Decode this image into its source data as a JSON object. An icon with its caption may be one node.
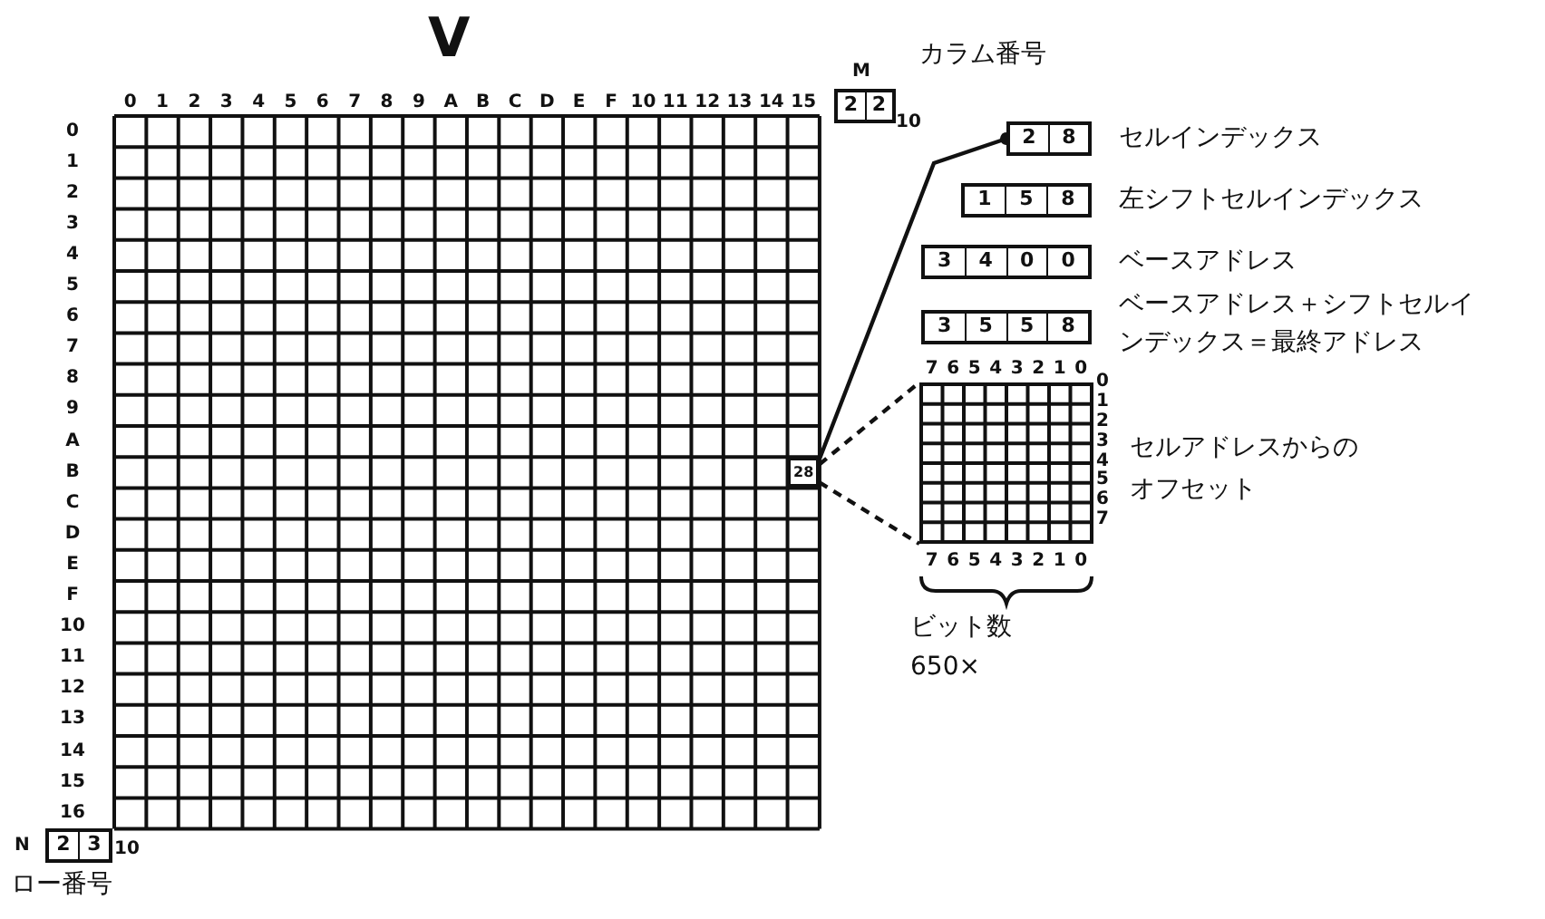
{
  "diagram": {
    "title": "V",
    "nodes": [
      {
        "text": [
          "2",
          "2"
        ],
        "beside": [
          "M",
          "10"
        ]
      },
      {
        "text": [
          "28"
        ]
      },
      {
        "text": [
          "2",
          "8"
        ],
        "beside": [
          "セルインデックス"
        ]
      },
      {
        "text": [
          "1",
          "5",
          "8"
        ],
        "beside": [
          "左シフトセルインデックス"
        ]
      },
      {
        "text": [
          "3",
          "4",
          "0",
          "0"
        ],
        "beside": [
          "ベースアドレス"
        ]
      },
      {
        "text": [
          "3",
          "5",
          "5",
          "8"
        ],
        "beside": [
          "ベースアドレス＋シフトセルインデックス＝最終アドレス"
        ]
      },
      {
        "text": [],
        "shape": "box"
      },
      {
        "text": [
          "2",
          "3"
        ],
        "beside": [
          "N",
          "10"
        ]
      }
    ],
    "edges": [
      {
        "from": 1,
        "to": 2,
        "arrow": "other"
      },
      {
        "from": 1,
        "to": 6,
        "arrow": "none",
        "style": "dashed"
      },
      {
        "from": 1,
        "to": 6,
        "arrow": "none",
        "style": "dashed"
      }
    ],
    "labels": [
      "カラム番号",
      "0",
      "1",
      "2",
      "3",
      "4",
      "5",
      "6",
      "7",
      "8",
      "9",
      "A",
      "B",
      "C",
      "D",
      "E",
      "F",
      "10",
      "11",
      "12",
      "13",
      "14",
      "15",
      "7",
      "6",
      "5",
      "4",
      "3",
      "2",
      "1",
      "0",
      "0",
      "1",
      "2",
      "3",
      "4",
      "5",
      "6",
      "7",
      "セルアドレスからのオフセット",
      "7",
      "6",
      "5",
      "4",
      "3",
      "2",
      "1",
      "0",
      "ビット数",
      "650×",
      "0",
      "1",
      "2",
      "3",
      "4",
      "5",
      "6",
      "7",
      "8",
      "9",
      "A",
      "B",
      "C",
      "D",
      "E",
      "F",
      "10",
      "11",
      "12",
      "13",
      "14",
      "15",
      "16",
      "ロー番号"
    ]
  }
}
